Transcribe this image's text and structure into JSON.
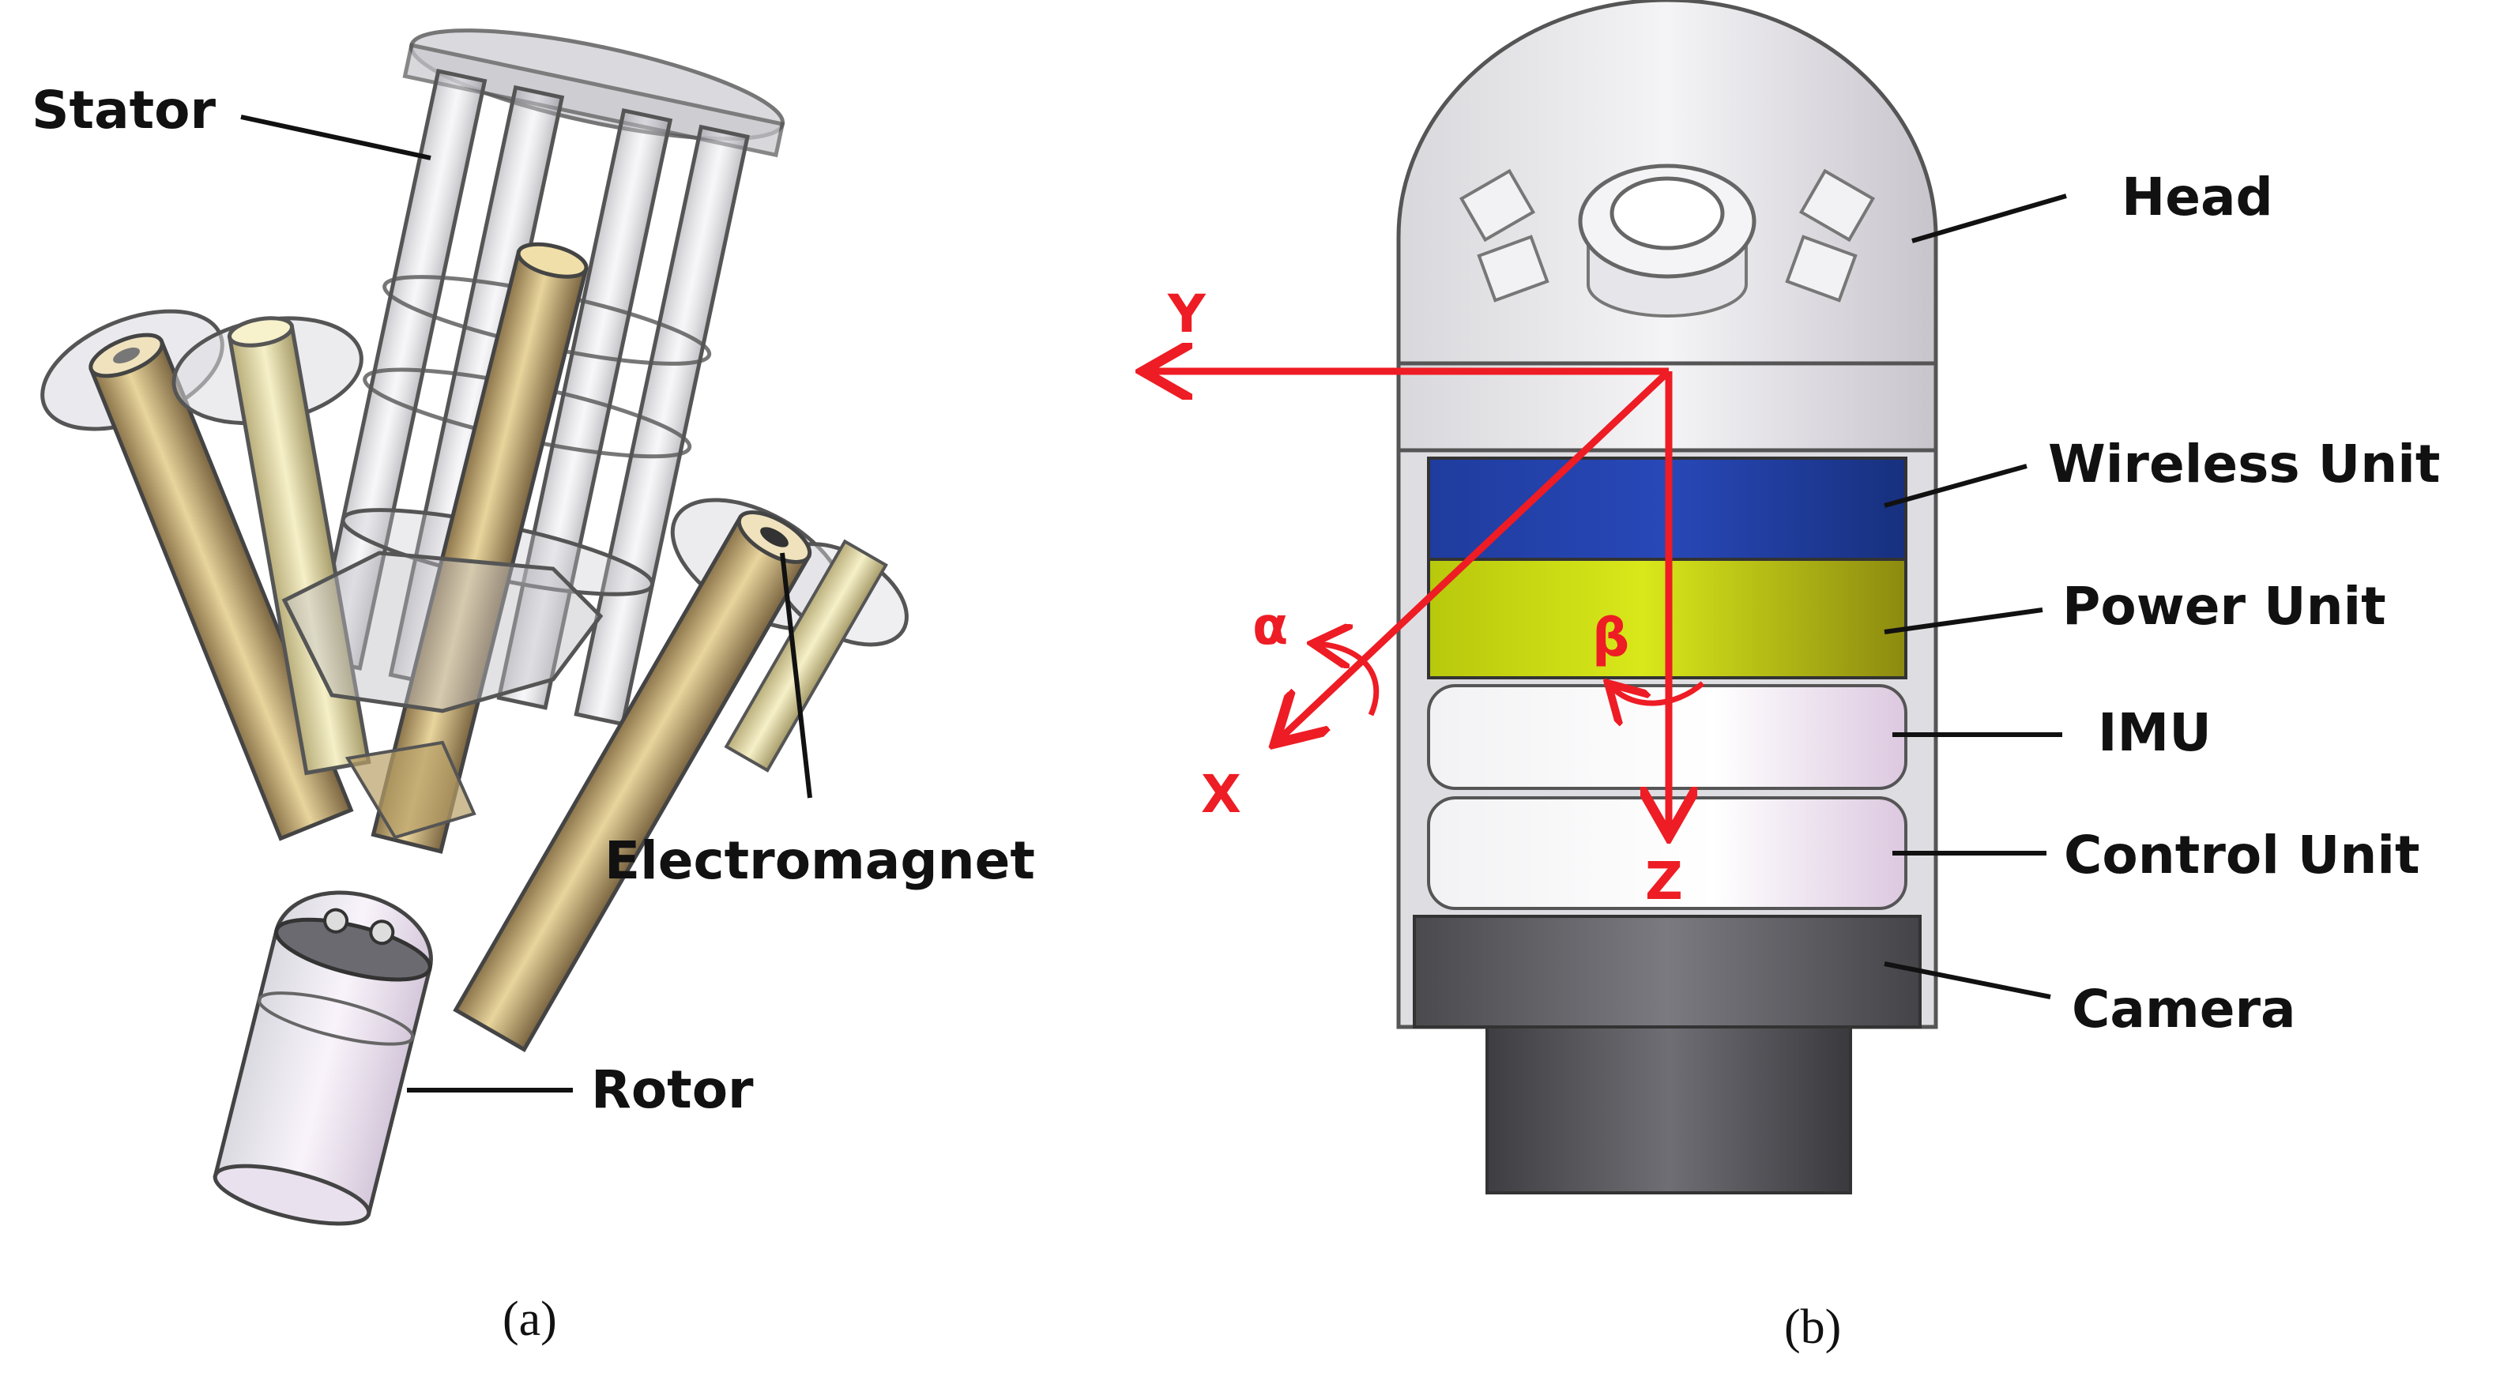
{
  "panel_a": {
    "caption": "(a)",
    "labels": {
      "stator": "Stator",
      "electromagnet": "Electromagnet",
      "rotor": "Rotor"
    }
  },
  "panel_b": {
    "caption": "(b)",
    "labels": {
      "head": "Head",
      "wireless_unit": "Wireless Unit",
      "power_unit": "Power Unit",
      "imu": "IMU",
      "control_unit": "Control Unit",
      "camera": "Camera"
    },
    "axes": {
      "x": "X",
      "y": "Y",
      "z": "Z",
      "alpha": "α",
      "beta": "β"
    }
  },
  "colors": {
    "axis_red": "#ee1c24",
    "wireless_blue": "#1c3fa8",
    "power_yellow": "#c9d80a",
    "camera_gray": "#555559",
    "tube_gold": "#c8a86a"
  }
}
